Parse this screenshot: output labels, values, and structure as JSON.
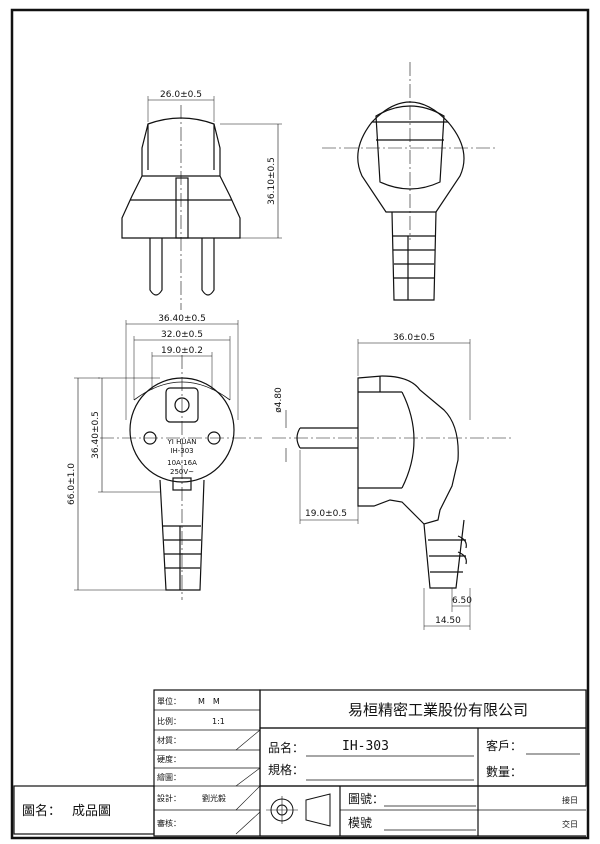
{
  "dimensions": {
    "top_width": "26.0±0.5",
    "top_height": "36.10±0.5",
    "front_outer_width": "36.40±0.5",
    "front_mid_width": "32.0±0.5",
    "front_inner_width": "19.0±0.2",
    "front_height_small": "36.40±0.5",
    "front_total_height": "66.0±1.0",
    "side_diameter": "ø4.80",
    "side_width": "36.0±0.5",
    "side_pin_length": "19.0±0.5",
    "side_tail_small": "6.50",
    "side_tail_width": "14.50"
  },
  "plug_marking": {
    "brand": "YI HUAN",
    "model": "IH-303",
    "current": "10A-16A",
    "voltage": "250V~"
  },
  "title_block": {
    "unit_label": "單位：",
    "unit_value": "M　M",
    "scale_label": "比例：",
    "scale_value": "1:1",
    "material_label": "材質：",
    "hardness_label": "硬度：",
    "drawn_label": "繪圖：",
    "design_label": "設計：",
    "designer": "劉光毅",
    "review_label": "審核：",
    "company": "易桓精密工業股份有限公司",
    "product_name_label": "品名：",
    "product_name": "IH-303",
    "spec_label": "規格：",
    "customer_label": "客戶：",
    "quantity_label": "數量：",
    "drawing_no_label": "圖號：",
    "mold_no_label": "模號",
    "receive_date_label": "接日",
    "delivery_date_label": "交日",
    "drawing_name_label": "圖名：",
    "drawing_name": "成品圖"
  }
}
